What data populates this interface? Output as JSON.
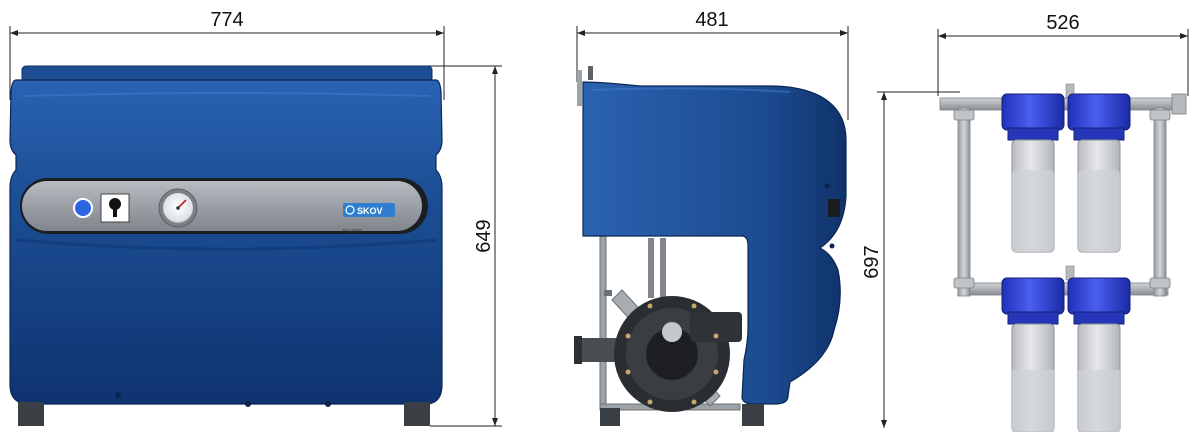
{
  "dimensions": {
    "front_width": "774",
    "front_height": "649",
    "side_width": "481",
    "filter_width": "526",
    "filter_height": "697"
  },
  "front_panel": {
    "brand": "SKOV",
    "model": "DA 2000"
  },
  "colors": {
    "housing_blue": "#1c4f95",
    "housing_dark": "#103468",
    "panel_gray": "#9aa0a6",
    "filter_blue": "#2f3fd0",
    "pipe_gray": "#b8bcc0",
    "cartridge": "#d4d6d8",
    "indicator_blue": "#2d64e6"
  }
}
